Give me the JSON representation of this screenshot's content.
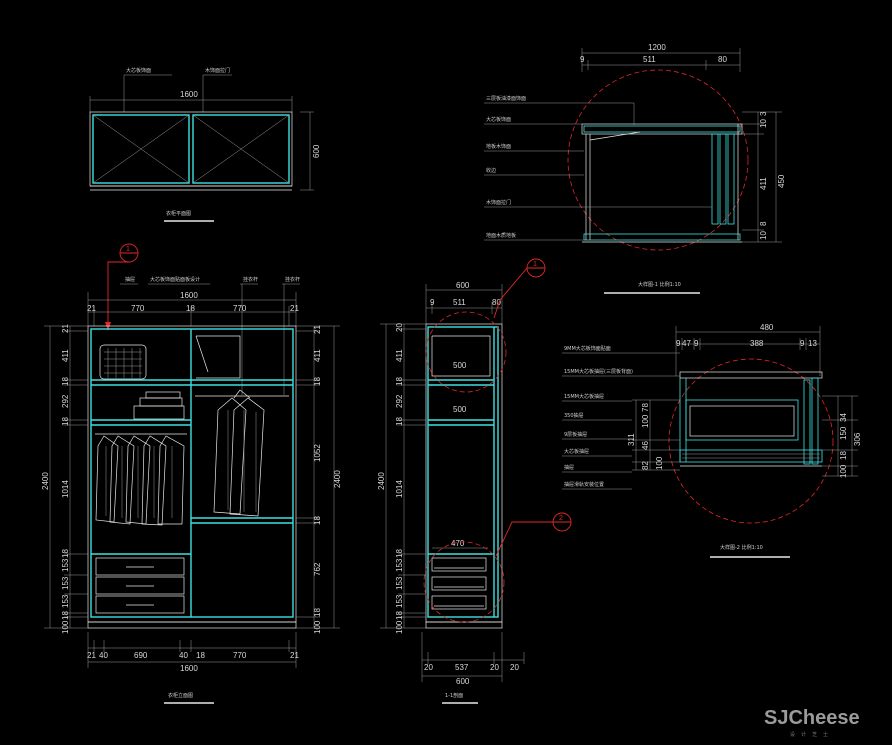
{
  "top_plan": {
    "label_left": "大芯板饰面",
    "label_right": "木饰面拉门",
    "width": "1600",
    "height": "600",
    "title": "衣柜平面图"
  },
  "front": {
    "callout": "1",
    "label1": "抽屉",
    "label2": "大芯板饰面贴面板设计",
    "label3": "挂衣杆",
    "label4": "挂衣杆",
    "top_dims": [
      "21",
      "770",
      "18",
      "770",
      "21"
    ],
    "width": "1600",
    "bottom_dims": [
      "21",
      "40",
      "690",
      "40",
      "18",
      "770",
      "21"
    ],
    "bottom_width": "1600",
    "left_dims": [
      "21",
      "411",
      "18",
      "292",
      "18",
      "1014",
      "18",
      "153",
      "153",
      "153",
      "18",
      "100"
    ],
    "total_height": "2400",
    "right_dims": [
      "21",
      "411",
      "18",
      "1052",
      "18",
      "762",
      "18",
      "100"
    ],
    "right_total": "2400",
    "title": "衣柜立面图"
  },
  "section": {
    "callout1": "1",
    "callout2": "2",
    "top_total": "600",
    "top_dims": [
      "9",
      "511",
      "80"
    ],
    "inner1": "500",
    "inner2": "500",
    "drawer_w": "470",
    "left_dims": [
      "20",
      "411",
      "18",
      "292",
      "18",
      "1014",
      "18",
      "153",
      "153",
      "153",
      "18",
      "100"
    ],
    "total_height": "2400",
    "bottom_dims": [
      "20",
      "537",
      "20",
      "20"
    ],
    "bottom_width": "600",
    "title": "1-1剖面"
  },
  "detail1": {
    "top_total": "1200",
    "top_dims": [
      "9",
      "511",
      "80"
    ],
    "labels": [
      "三层板油漆面饰面",
      "大芯板饰面",
      "地板木饰面",
      "收边",
      "木饰面拉门",
      "地面木质地板"
    ],
    "right_dims": [
      "10",
      "3",
      "411",
      "450",
      "10",
      "8"
    ],
    "title": "大样图-1 比例1:10"
  },
  "detail2": {
    "top_total": "480",
    "top_dims": [
      "9",
      "47",
      "9",
      "388",
      "9",
      "13"
    ],
    "labels": [
      "9MM大芯板饰面贴面",
      "15MM大芯板抽屉(三层板背面)",
      "15MM大芯板抽屉",
      "350抽屉",
      "9层板抽屉",
      "大芯板抽屉",
      "抽屉",
      "抽屉滑轨安装位置"
    ],
    "left_dims": [
      "311",
      "100",
      "78",
      "46",
      "82",
      "100"
    ],
    "right_dims": [
      "34",
      "150",
      "306",
      "18",
      "100"
    ],
    "title": "大样图-2 比例1:10"
  },
  "watermark": {
    "brand": "SJCheese",
    "sub": "设计芝士"
  }
}
